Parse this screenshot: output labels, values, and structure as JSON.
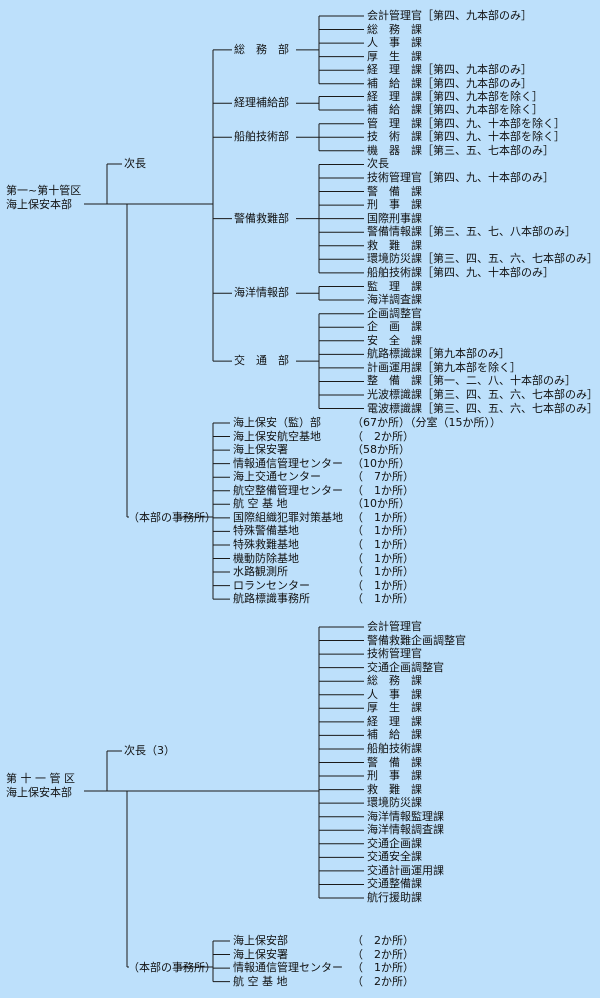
{
  "colors": {
    "background": "#bde0fb",
    "line": "#1a1a1a",
    "text": "#111111"
  },
  "chart_a": {
    "root": [
      "第一~第十管区",
      "海上保安本部"
    ],
    "deputy": "次長",
    "offices_label": "（本部の事務所）",
    "departments": [
      {
        "name": "総　務　部",
        "sections": [
          "会計管理官［第四、九本部のみ］",
          "総　務　課",
          "人　事　課",
          "厚　生　課",
          "経　理　課［第四、九本部のみ］",
          "補　給　課［第四、九本部のみ］"
        ]
      },
      {
        "name": "経理補給部",
        "sections": [
          "経　理　課［第四、九本部を除く］",
          "補　給　課［第四、九本部を除く］"
        ]
      },
      {
        "name": "船舶技術部",
        "sections": [
          "管　理　課［第四、九、十本部を除く］",
          "技　術　課［第四、九、十本部を除く］",
          "機　器　課［第三、五、七本部のみ］"
        ]
      },
      {
        "name": "警備救難部",
        "sections": [
          "次長",
          "技術管理官［第四、九、十本部のみ］",
          "警　備　課",
          "刑　事　課",
          "国際刑事課",
          "警備情報課［第三、五、七、八本部のみ］",
          "救　難　課",
          "環境防災課［第三、四、五、六、七本部のみ］",
          "船舶技術課［第四、九、十本部のみ］"
        ]
      },
      {
        "name": "海洋情報部",
        "sections": [
          "監　理　課",
          "海洋調査課"
        ]
      },
      {
        "name": "交　通　部",
        "sections": [
          "企画調整官",
          "企　画　課",
          "安　全　課",
          "航路標識課［第九本部のみ］",
          "計画運用課［第九本部を除く］",
          "整　備　課［第一、二、八、十本部のみ］",
          "光波標識課［第三、四、五、六、七本部のみ］",
          "電波標識課［第三、四、五、六、七本部のみ］"
        ]
      }
    ],
    "offices": [
      {
        "name": "海上保安（監）部",
        "count": "（67か所）（分室（15か所））"
      },
      {
        "name": "海上保安航空基地",
        "count": "（　2か所）"
      },
      {
        "name": "海上保安署",
        "count": "（58か所）"
      },
      {
        "name": "情報通信管理センター",
        "count": "（10か所）"
      },
      {
        "name": "海上交通センター",
        "count": "（　7か所）"
      },
      {
        "name": "航空整備管理センター",
        "count": "（　1か所）"
      },
      {
        "name": "航 空 基 地",
        "count": "（10か所）"
      },
      {
        "name": "国際組織犯罪対策基地",
        "count": "（　1か所）"
      },
      {
        "name": "特殊警備基地",
        "count": "（　1か所）"
      },
      {
        "name": "特殊救難基地",
        "count": "（　1か所）"
      },
      {
        "name": "機動防除基地",
        "count": "（　1か所）"
      },
      {
        "name": "水路観測所",
        "count": "（　1か所）"
      },
      {
        "name": "ロランセンター",
        "count": "（　1か所）"
      },
      {
        "name": "航路標識事務所",
        "count": "（　1か所）"
      }
    ]
  },
  "chart_b": {
    "root": [
      "第 十 一 管 区",
      "海上保安本部"
    ],
    "deputy": "次長（3）",
    "offices_label": "（本部の事務所）",
    "sections": [
      "会計管理官",
      "警備救難企画調整官",
      "技術管理官",
      "交通企画調整官",
      "総　務　課",
      "人　事　課",
      "厚　生　課",
      "経　理　課",
      "補　給　課",
      "船舶技術課",
      "警　備　課",
      "刑　事　課",
      "救　難　課",
      "環境防災課",
      "海洋情報監理課",
      "海洋情報調査課",
      "交通企画課",
      "交通安全課",
      "交通計画運用課",
      "交通整備課",
      "航行援助課"
    ],
    "offices": [
      {
        "name": "海上保安部",
        "count": "（　2か所）"
      },
      {
        "name": "海上保安署",
        "count": "（　2か所）"
      },
      {
        "name": "情報通信管理センター",
        "count": "（　1か所）"
      },
      {
        "name": "航 空 基 地",
        "count": "（　2か所）"
      }
    ]
  }
}
